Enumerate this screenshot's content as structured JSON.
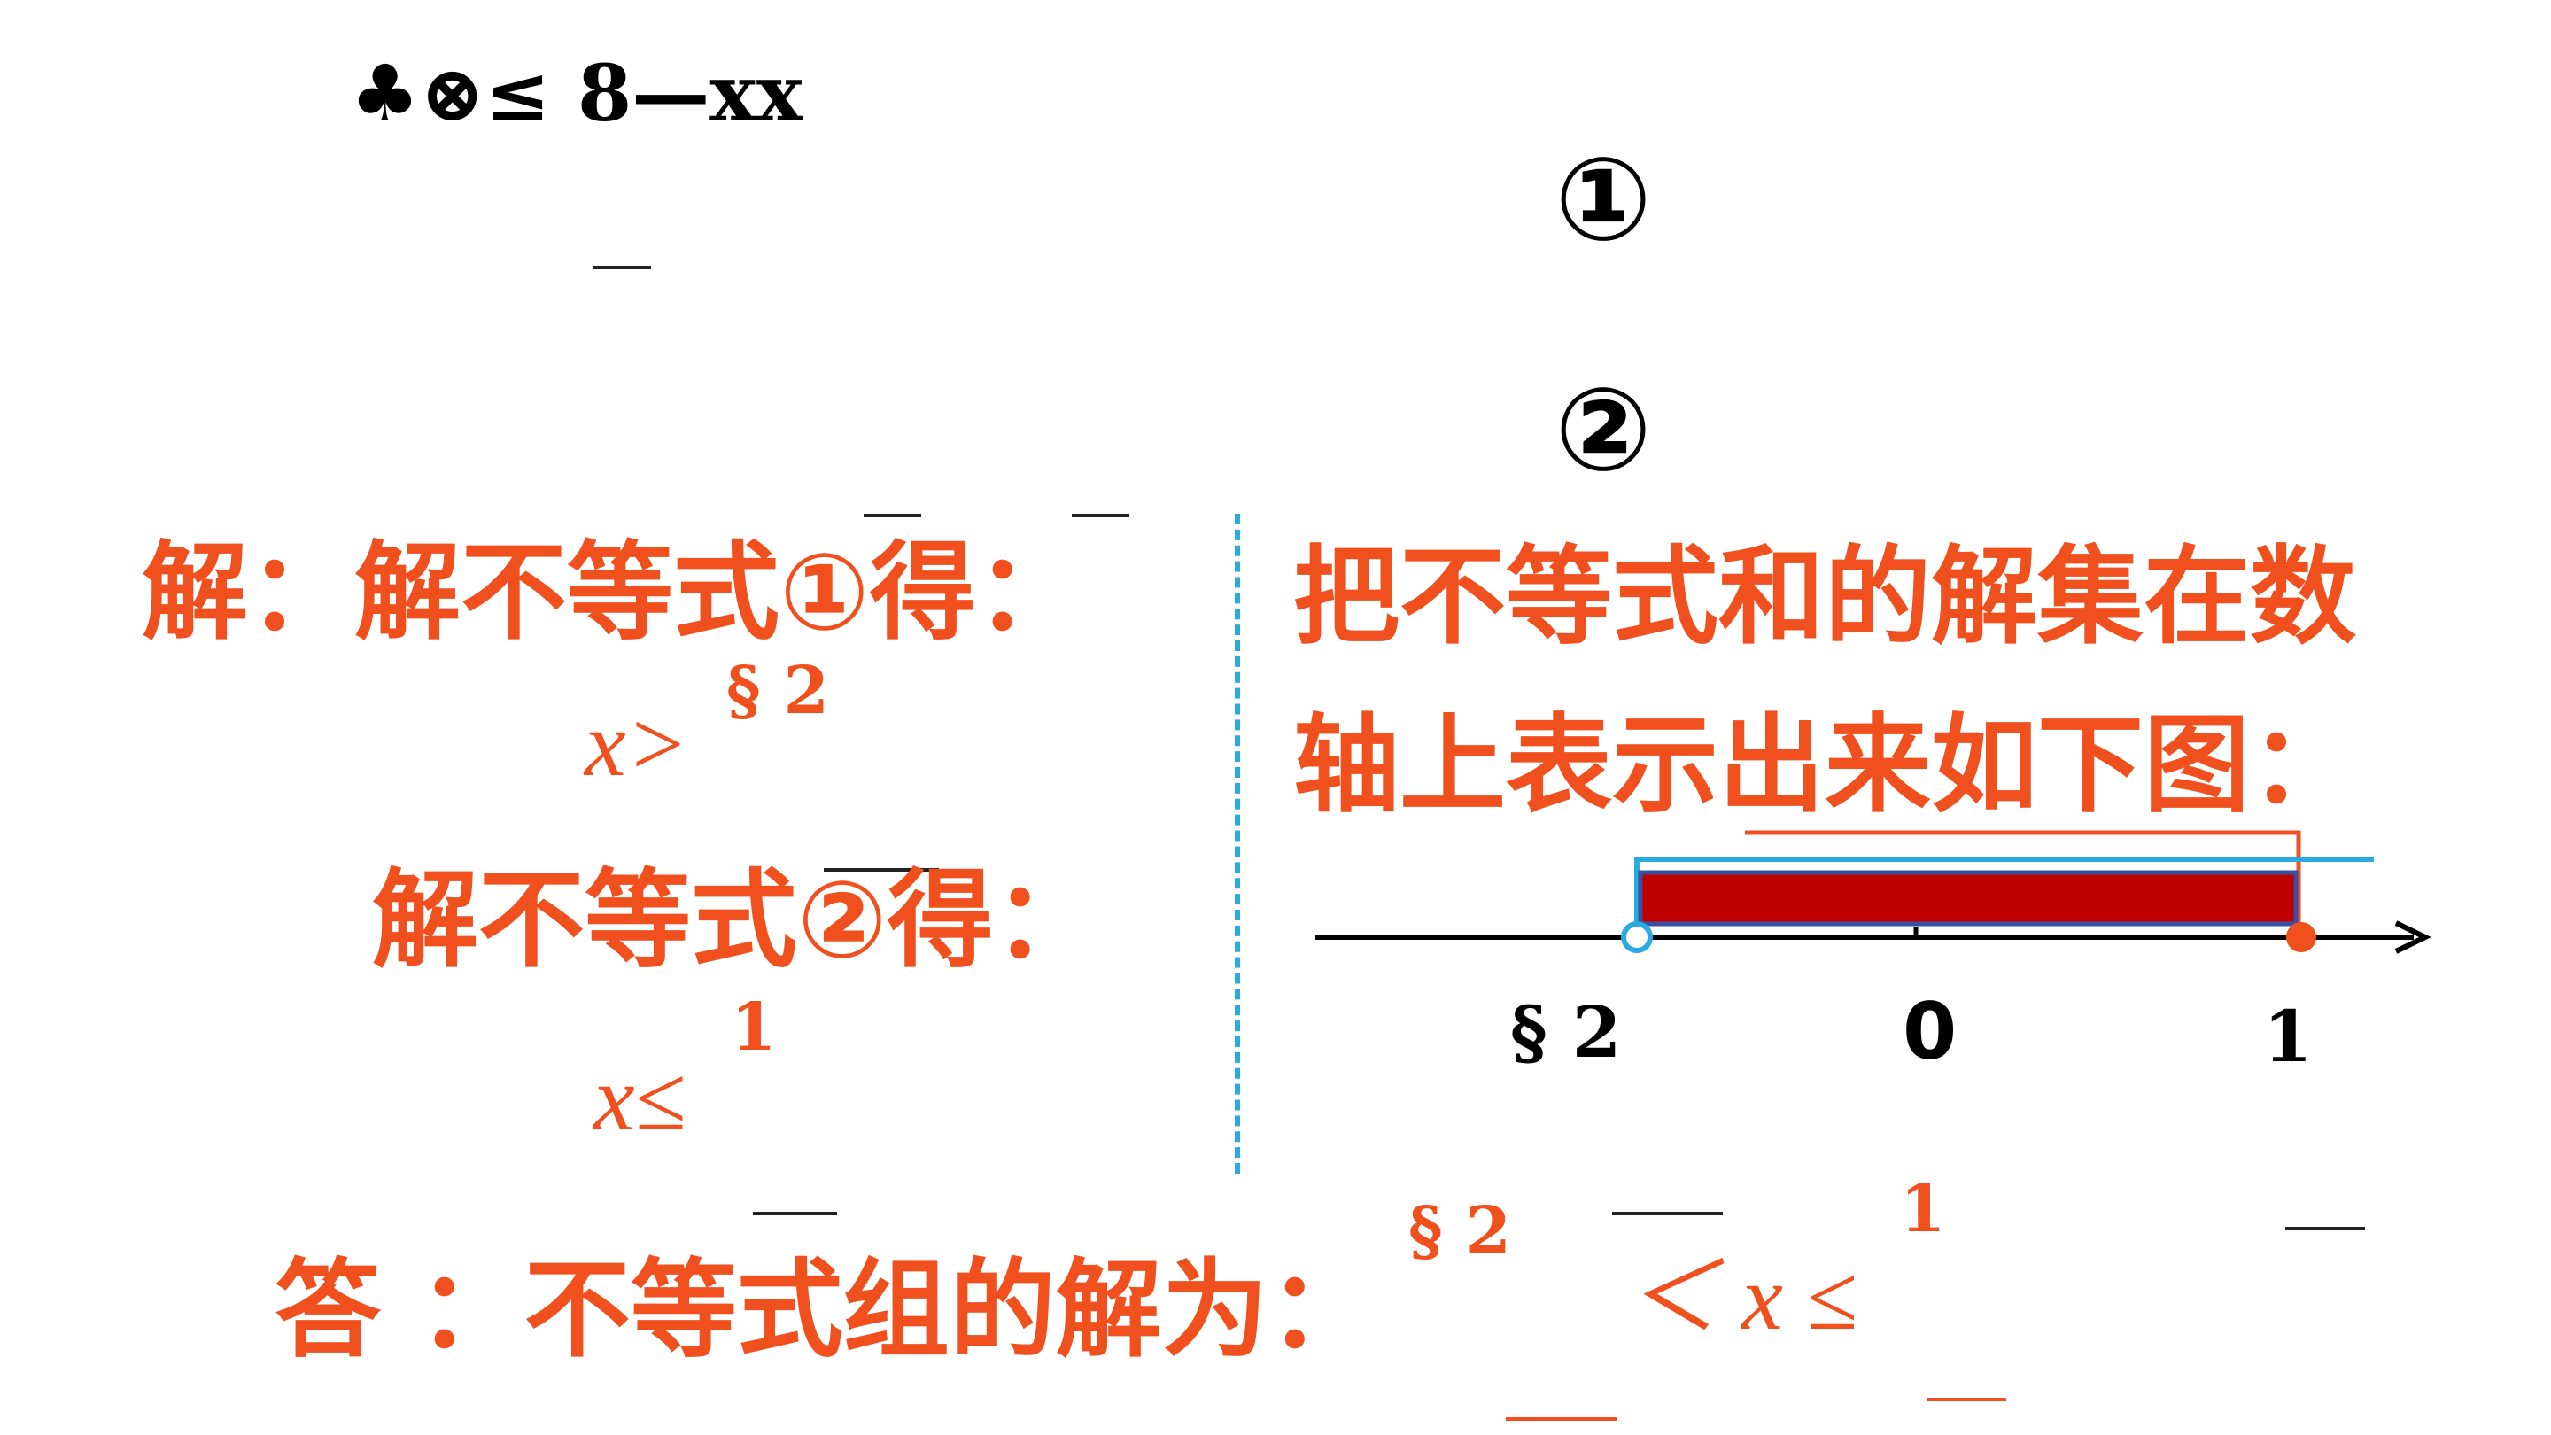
{
  "problem": {
    "expression_glitch": "♣⊗≤ 8—xx",
    "marker1": "①",
    "marker2": "②"
  },
  "left": {
    "line1": "解：解不等式①得：",
    "sol1_var": "x>",
    "sol1_sup": "§ 2",
    "line2": "解不等式②得：",
    "sol2_var": "x≤",
    "sol2_sup": "1"
  },
  "right": {
    "line1": "把不等式和的解集在数",
    "line2": "轴上表示出来如下图："
  },
  "numberline": {
    "labels": [
      "§ 2",
      "0",
      "1"
    ],
    "open_point": -2,
    "closed_point": 1,
    "colors": {
      "axis": "#000000",
      "fill": "#c00000",
      "blue": "#29abe2",
      "orange": "#f0501e"
    }
  },
  "answer": {
    "label": "答 ：不等式组的解为：",
    "low_sup": "§ 2",
    "middle": "＜ x ≤",
    "high_sup": "1"
  }
}
